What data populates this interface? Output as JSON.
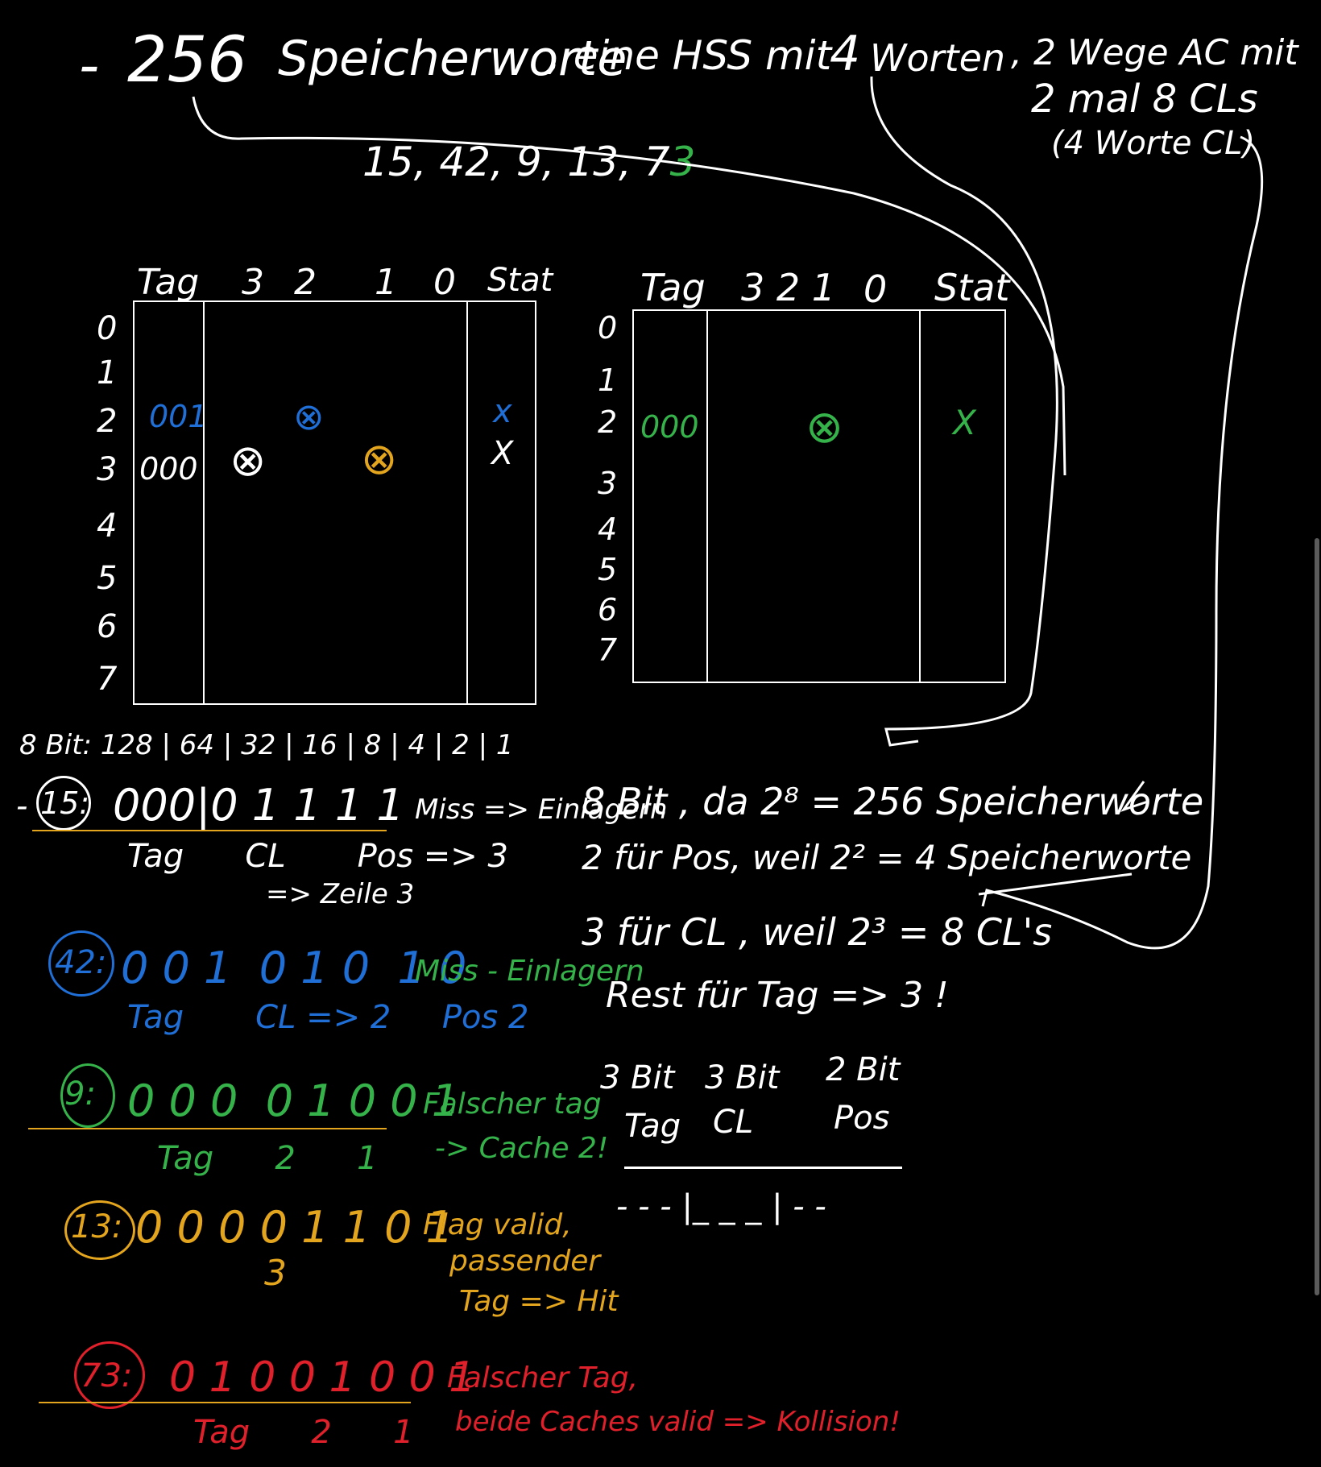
{
  "header": {
    "dash": "-",
    "count": "256",
    "text1": "Speicherworte",
    "text2": ", eine HSS mit",
    "four": "4",
    "text3": "Worten",
    "text4": ", 2 Wege AC mit",
    "text5": "2 mal 8 CLs",
    "text6": "(4 Worte CL)",
    "sequence": "15, 42, 9, 13, 7",
    "sequence_last": "3"
  },
  "cache1": {
    "headers": [
      "Tag",
      "3",
      "2",
      "1",
      "0",
      "Stat"
    ],
    "rows": [
      "0",
      "1",
      "2",
      "3",
      "4",
      "5",
      "6",
      "7"
    ],
    "row2_tag": "001",
    "row2_mark": "⊗",
    "row2_stat": "x",
    "row3_tag": "000",
    "row3_mark_white": "⊗",
    "row3_mark_orange": "⊗",
    "row3_stat": "X"
  },
  "cache2": {
    "headers": [
      "Tag",
      "3 2 1",
      "0",
      "Stat"
    ],
    "rows": [
      "0",
      "1",
      "2",
      "3",
      "4",
      "5",
      "6",
      "7"
    ],
    "row2_tag": "000",
    "row2_mark": "⊗",
    "row2_stat": "X"
  },
  "bits_header": "8 Bit: 128 | 64 | 32 | 16 | 8 | 4 | 2 | 1",
  "entries": [
    {
      "num": "15:",
      "bits": "000|0 1 1 1 1",
      "note": "Miss => Einlagern",
      "labels": "Tag      CL       Pos => 3",
      "extra": "=> Zeile 3"
    },
    {
      "num": "42:",
      "bits": "0 0 1  0 1 0  1 0",
      "note": "Miss - Einlagern",
      "labels": "Tag       CL => 2     Pos 2"
    },
    {
      "num": "9:",
      "bits": "0 0 0  0 1 0 0 1",
      "note": "Falscher tag",
      "note2": "-> Cache 2!",
      "labels": "Tag      2      1"
    },
    {
      "num": "13:",
      "bits": "0 0 0 0 1 1 0 1",
      "note": "Flag valid,",
      "note2": "passender",
      "note3": "Tag => Hit",
      "labels": "3"
    },
    {
      "num": "73:",
      "bits": "0 1 0 0 1 0 0 1",
      "note": "Falscher Tag,",
      "note2": "beide Caches valid => Kollision!",
      "labels": "Tag      2      1"
    }
  ],
  "explain": {
    "line1": "8 Bit , da 2⁸ = 256 Speicherworte",
    "line2": "2 für Pos, weil 2² = 4 Speicherworte",
    "line3": "3 für CL , weil 2³ = 8 CL's",
    "line4": "Rest für Tag => 3 !",
    "col1_top": "3 Bit",
    "col2_top": "3 Bit",
    "col3_top": "2 Bit",
    "col1_bot": "Tag",
    "col2_bot": "CL",
    "col3_bot": "Pos",
    "dashes": "- - - |_ _ _ | - -"
  }
}
